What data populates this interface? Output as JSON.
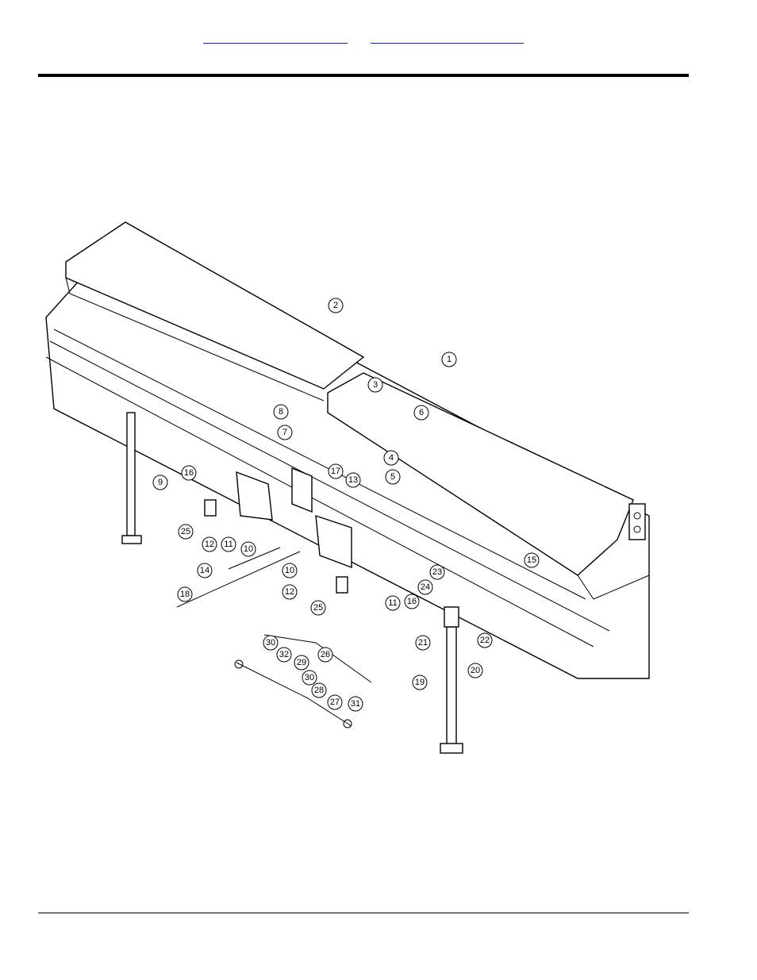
{
  "header": {
    "link_left": "",
    "link_right": ""
  },
  "figure": {
    "callouts": [
      "1",
      "2",
      "3",
      "4",
      "5",
      "6",
      "7",
      "8",
      "9",
      "10",
      "10",
      "11",
      "11",
      "12",
      "12",
      "13",
      "14",
      "15",
      "16",
      "16",
      "17",
      "18",
      "19",
      "20",
      "21",
      "22",
      "23",
      "24",
      "25",
      "25",
      "26",
      "27",
      "28",
      "29",
      "30",
      "30",
      "31",
      "32"
    ]
  }
}
